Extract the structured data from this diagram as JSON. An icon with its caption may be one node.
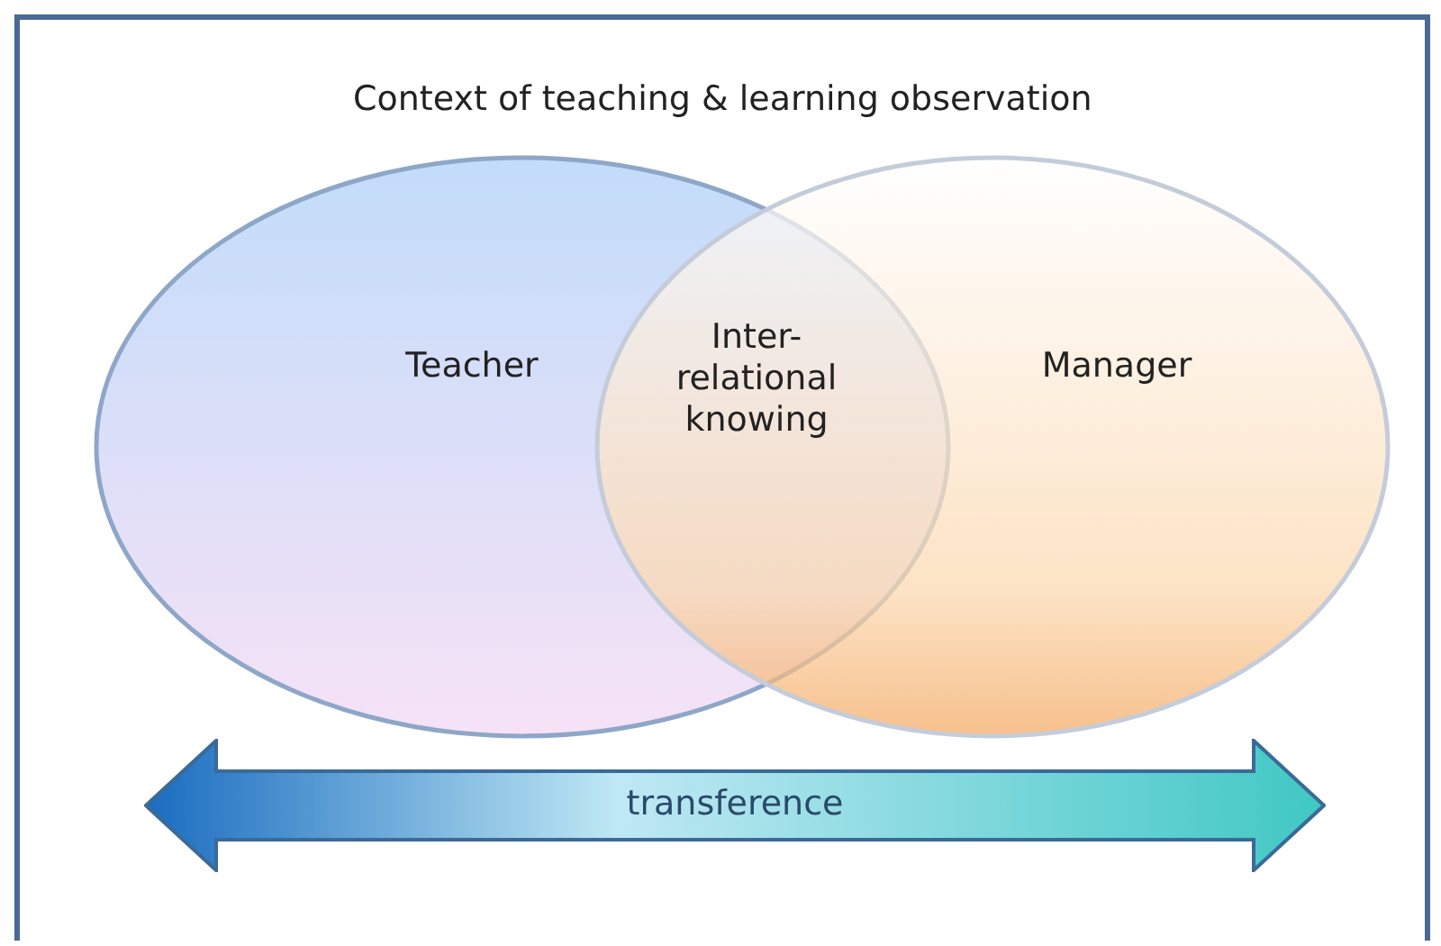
{
  "diagram": {
    "title": "Context of teaching & learning observation",
    "nodes": [
      {
        "text": [
          "Teacher"
        ]
      },
      {
        "text": [
          "Manager"
        ]
      },
      {
        "text": [
          "Inter- relational knowing"
        ]
      },
      {
        "text": [
          "transference"
        ]
      }
    ]
  }
}
